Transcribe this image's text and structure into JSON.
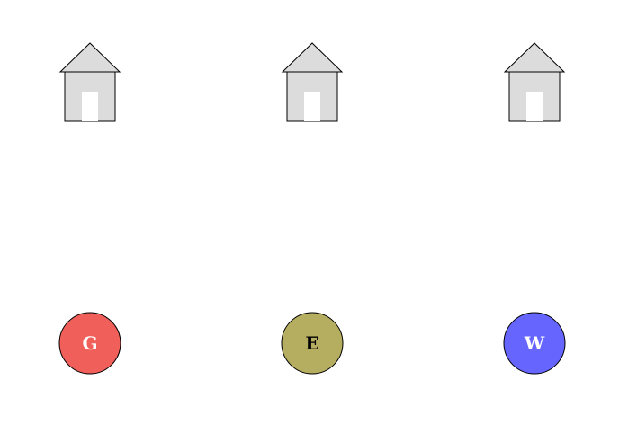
{
  "colors": {
    "house_body": "#dcdcdc",
    "house_door": "#ffffff",
    "outline": "#000000"
  },
  "houses": [
    {
      "icon": "house-icon"
    },
    {
      "icon": "house-icon"
    },
    {
      "icon": "house-icon"
    }
  ],
  "utilities": [
    {
      "label": "G",
      "fill": "#f05f5a",
      "text_color": "#ffffff"
    },
    {
      "label": "E",
      "fill": "#b5ad60",
      "text_color": "#000000"
    },
    {
      "label": "W",
      "fill": "#6666ff",
      "text_color": "#ffffff"
    }
  ]
}
